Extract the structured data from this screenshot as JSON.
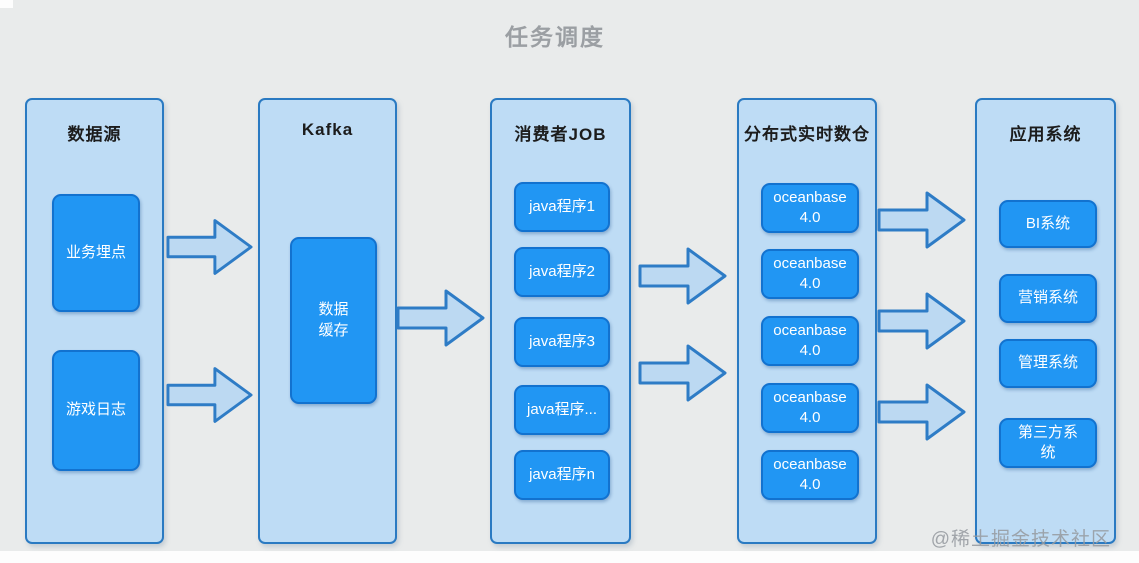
{
  "title": "任务调度",
  "watermark": "@稀土掘金技术社区",
  "colors": {
    "background": "#e9ebeb",
    "column_fill": "#bedcf5",
    "column_border": "#2a7ac2",
    "box_fill": "#2196f3",
    "box_border": "#1272cf",
    "box_text": "#ffffff",
    "header_text": "#1c1c1c",
    "title_text": "#9b9fa3",
    "arrow_fill": "#bcd9f2",
    "arrow_border": "#2e7cc6"
  },
  "columns": [
    {
      "header": "数据源",
      "boxes": [
        "业务埋点",
        "游戏日志"
      ]
    },
    {
      "header": "Kafka",
      "boxes": [
        "数据\n缓存"
      ]
    },
    {
      "header": "消费者JOB",
      "boxes": [
        "java程序1",
        "java程序2",
        "java程序3",
        "java程序...",
        "java程序n"
      ]
    },
    {
      "header": "分布式实时数仓",
      "boxes": [
        "oceanbase\n4.0",
        "oceanbase\n4.0",
        "oceanbase\n4.0",
        "oceanbase\n4.0",
        "oceanbase\n4.0"
      ]
    },
    {
      "header": "应用系统",
      "boxes": [
        "BI系统",
        "营销系统",
        "管理系统",
        "第三方系\n统"
      ]
    }
  ]
}
